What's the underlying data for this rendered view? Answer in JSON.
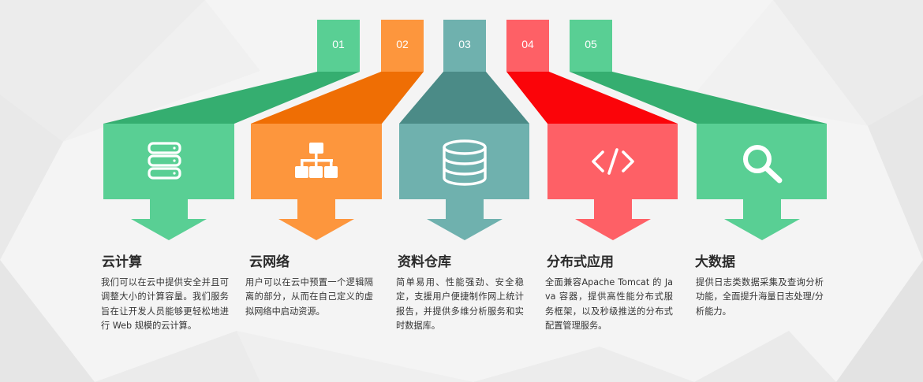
{
  "steps": [
    {
      "num": "01",
      "title": "云计算",
      "icon": "server-icon",
      "desc": "我们可以在云中提供安全并且可调整大小的计算容量。我们服务旨在让开发人员能够更轻松地进行 Web 规模的云计算。",
      "color": "#59cf94",
      "dark": "#35ae70"
    },
    {
      "num": "02",
      "title": "云网络",
      "icon": "network-icon",
      "desc": "用户可以在云中预置一个逻辑隔离的部分，从而在自己定义的虚拟网络中启动资源。",
      "color": "#fd963d",
      "dark": "#ef6e04"
    },
    {
      "num": "03",
      "title": "资料仓库",
      "icon": "database-icon",
      "desc": "简单易用、性能强劲、安全稳定，支援用户便捷制作网上统计报告，并提供多维分析服务和实时数据库。",
      "color": "#6fb1ae",
      "dark": "#4b8b87"
    },
    {
      "num": "04",
      "title": "分布式应用",
      "icon": "code-icon",
      "desc": "全面兼容Apache Tomcat 的 Java 容器，提供高性能分布式服务框架，以及秒级推送的分布式配置管理服务。",
      "color": "#fe6066",
      "dark": "#fb0409"
    },
    {
      "num": "05",
      "title": "大数据",
      "icon": "search-icon",
      "desc": "提供日志类数据采集及查询分析功能，全面提升海量日志处理/分析能力。",
      "color": "#59cf94",
      "dark": "#35ae70"
    }
  ]
}
